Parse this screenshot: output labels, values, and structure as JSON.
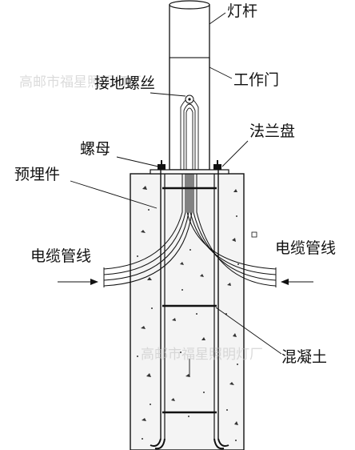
{
  "labels": {
    "pole": "灯杆",
    "ground_screw": "接地螺丝",
    "work_door": "工作门",
    "nut": "螺母",
    "flange_plate": "法兰盘",
    "embedded_part": "预埋件",
    "cable_conduit_left": "电缆管线",
    "cable_conduit_right": "电缆管线",
    "concrete": "混凝土"
  },
  "watermark": {
    "top": "高邮市福星照明灯厂",
    "bottom": "高邮市福星照明灯厂"
  }
}
